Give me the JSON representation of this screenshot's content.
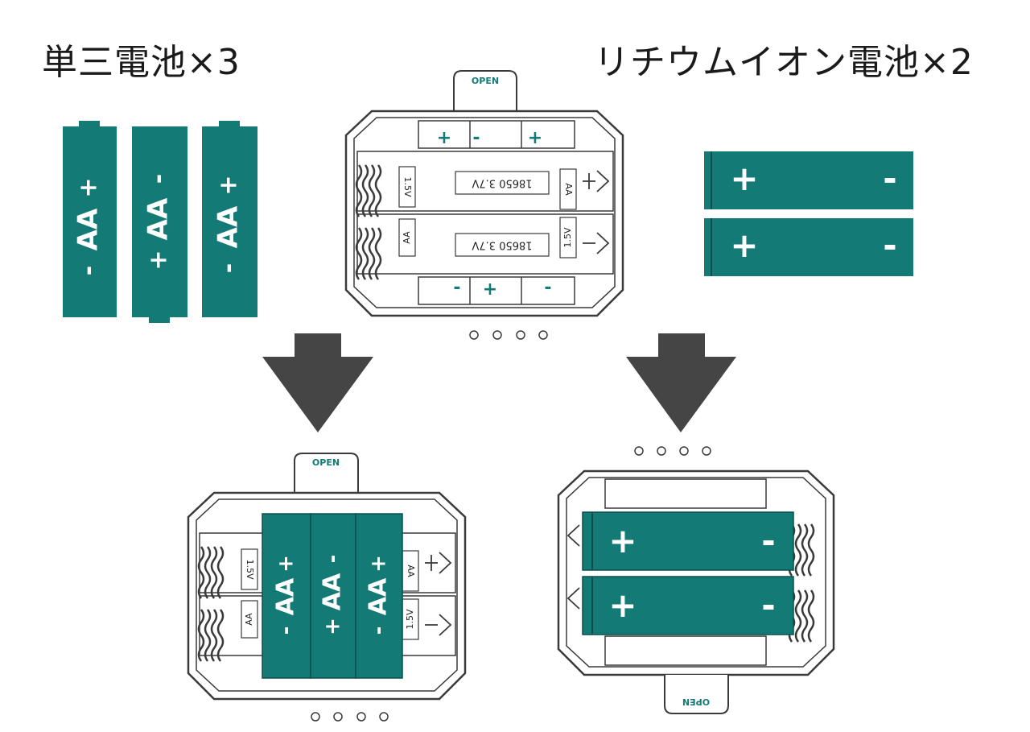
{
  "headings": {
    "aa": "単三電池×3",
    "lithium": "リチウムイオン電池×2"
  },
  "labels": {
    "open": "OPEN",
    "aa": "AA",
    "plus": "+",
    "minus": "-",
    "v15": "1.5V",
    "li_cell": "18650 3.7V"
  },
  "colors": {
    "teal": "#137a75",
    "outline": "#3a3a3a",
    "arrow": "#454545",
    "background": "#ffffff"
  }
}
